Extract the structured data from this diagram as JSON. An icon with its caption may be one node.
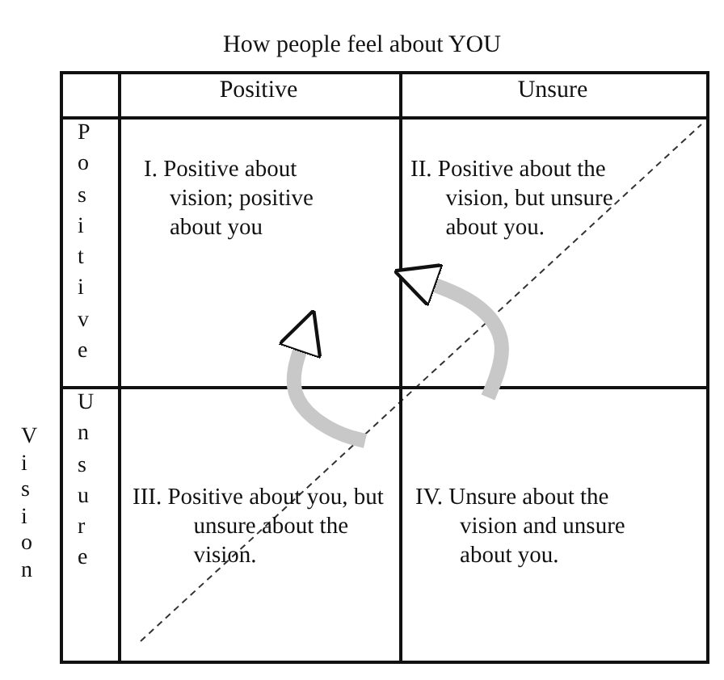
{
  "diagram": {
    "title": "How people feel about YOU",
    "nodes": [
      {
        "text": [
          "I. Positive about vision; positive about you"
        ]
      },
      {
        "text": [
          "II. Positive about the vision, but unsure about you."
        ]
      },
      {
        "text": [
          "III. Positive about you, but unsure about the vision."
        ]
      },
      {
        "text": [
          "IV. Unsure about the vision and unsure about you."
        ]
      }
    ],
    "edges": [
      {
        "from": 2,
        "to": 0,
        "arrow": "to"
      },
      {
        "from": 3,
        "to": 1,
        "arrow": "to"
      }
    ],
    "labels": [
      "Positive",
      "Unsure",
      "Vision",
      "Positive",
      "Unsure"
    ]
  }
}
